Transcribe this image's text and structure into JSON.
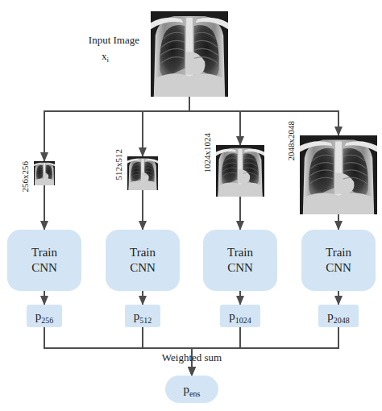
{
  "diagram": {
    "nodes": [
      {
        "text": [
          "Input Image",
          "x",
          "i"
        ]
      },
      {
        "text": [
          "256x256"
        ]
      },
      {
        "text": [
          "512x512"
        ]
      },
      {
        "text": [
          "1024x1024"
        ]
      },
      {
        "text": [
          "2048x2048"
        ]
      },
      {
        "text": [
          "Train CNN"
        ]
      },
      {
        "text": [
          "Train CNN"
        ]
      },
      {
        "text": [
          "Train CNN"
        ]
      },
      {
        "text": [
          "Train CNN"
        ]
      },
      {
        "text": [
          "p",
          "256"
        ]
      },
      {
        "text": [
          "p",
          "512"
        ]
      },
      {
        "text": [
          "p",
          "1024"
        ]
      },
      {
        "text": [
          "p",
          "2048"
        ]
      },
      {
        "text": [
          "p",
          "ens"
        ]
      }
    ],
    "edges": [
      {
        "from": 0,
        "to": 1,
        "arrow": "to"
      },
      {
        "from": 0,
        "to": 2,
        "arrow": "to"
      },
      {
        "from": 0,
        "to": 3,
        "arrow": "to"
      },
      {
        "from": 0,
        "to": 4,
        "arrow": "to"
      },
      {
        "from": 1,
        "to": 5,
        "arrow": "to"
      },
      {
        "from": 2,
        "to": 6,
        "arrow": "to"
      },
      {
        "from": 3,
        "to": 7,
        "arrow": "to"
      },
      {
        "from": 4,
        "to": 8,
        "arrow": "to"
      },
      {
        "from": 5,
        "to": 9,
        "arrow": "to"
      },
      {
        "from": 6,
        "to": 10,
        "arrow": "to"
      },
      {
        "from": 7,
        "to": 11,
        "arrow": "to"
      },
      {
        "from": 8,
        "to": 12,
        "arrow": "to"
      },
      {
        "from": 9,
        "to": 13,
        "arrow": "to"
      },
      {
        "from": 10,
        "to": 13,
        "arrow": "to"
      },
      {
        "from": 11,
        "to": 13,
        "arrow": "to"
      },
      {
        "from": 12,
        "to": 13,
        "arrow": "to"
      }
    ],
    "labels": [
      "Weighted sum"
    ]
  }
}
